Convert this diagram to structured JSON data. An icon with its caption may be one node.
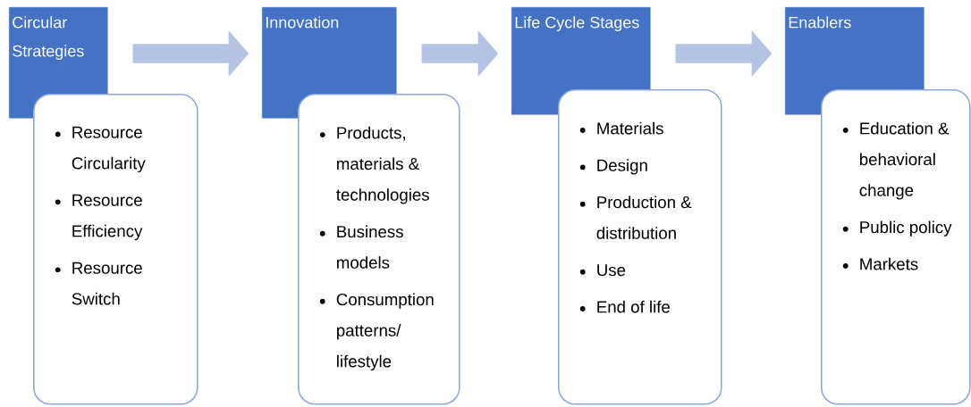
{
  "diagram": {
    "nodes": [
      {
        "text": [
          "Circular Strategies"
        ]
      },
      {
        "text": [
          "Resource Circularity",
          "Resource Efficiency",
          "Resource Switch"
        ]
      },
      {
        "text": [
          "Innovation"
        ]
      },
      {
        "text": [
          "Products, materials & technologies",
          "Business models",
          "Consumption patterns/ lifestyle"
        ]
      },
      {
        "text": [
          "Life Cycle Stages"
        ]
      },
      {
        "text": [
          "Materials",
          "Design",
          "Production & distribution",
          "Use",
          "End of life"
        ]
      },
      {
        "text": [
          "Enablers"
        ]
      },
      {
        "text": [
          "Education & behavioral change",
          "Public policy",
          "Markets"
        ]
      }
    ],
    "edges": [
      {
        "from": 0,
        "to": 2,
        "arrow": "to"
      },
      {
        "from": 2,
        "to": 4,
        "arrow": "to"
      },
      {
        "from": 4,
        "to": 6,
        "arrow": "to"
      }
    ]
  }
}
